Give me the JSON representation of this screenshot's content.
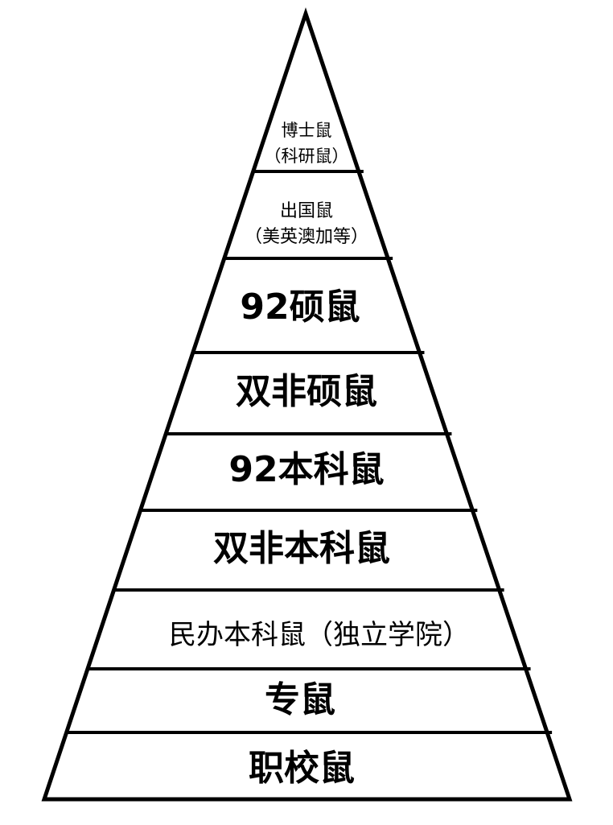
{
  "diagram": {
    "type": "pyramid",
    "tiers_top_to_bottom": [
      {
        "lines": [
          "博士鼠",
          "（科研鼠）"
        ]
      },
      {
        "lines": [
          "出国鼠",
          "（美英澳加等）"
        ]
      },
      {
        "lines": [
          "92硕鼠"
        ]
      },
      {
        "lines": [
          "双非硕鼠"
        ]
      },
      {
        "lines": [
          "92本科鼠"
        ]
      },
      {
        "lines": [
          "双非本科鼠"
        ]
      },
      {
        "lines": [
          "民办本科鼠（独立学院）"
        ]
      },
      {
        "lines": [
          "专鼠"
        ]
      },
      {
        "lines": [
          "职校鼠"
        ]
      }
    ],
    "line_color": "#000000",
    "background": "#ffffff"
  }
}
